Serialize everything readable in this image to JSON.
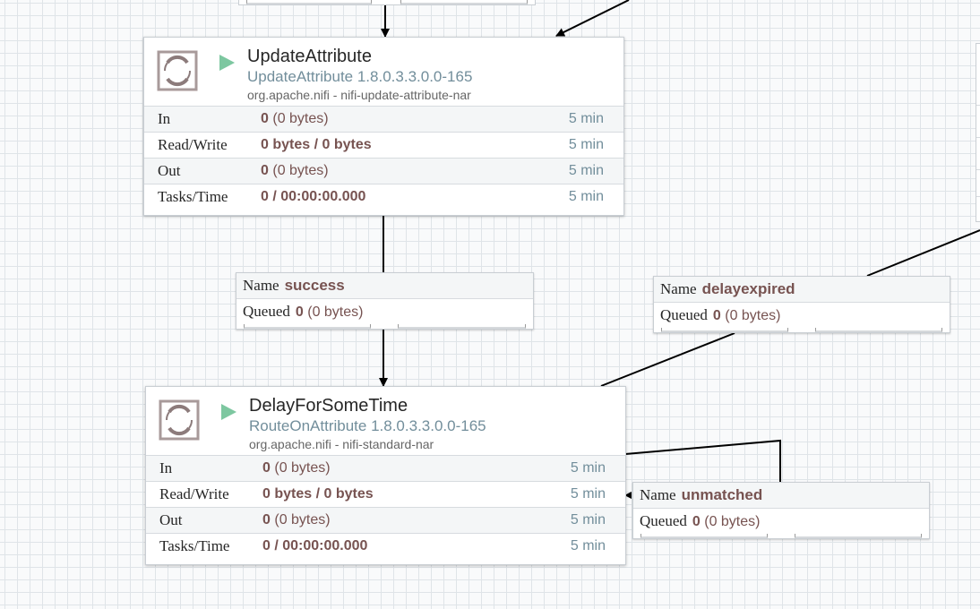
{
  "processors": [
    {
      "name": "UpdateAttribute",
      "type": "UpdateAttribute 1.8.0.3.3.0.0-165",
      "bundle": "org.apache.nifi - nifi-update-attribute-nar",
      "stats": {
        "in": {
          "label": "In",
          "count": "0",
          "size": "(0 bytes)",
          "window": "5 min"
        },
        "read_write": {
          "label": "Read/Write",
          "value": "0 bytes / 0 bytes",
          "window": "5 min"
        },
        "out": {
          "label": "Out",
          "count": "0",
          "size": "(0 bytes)",
          "window": "5 min"
        },
        "tasks_time": {
          "label": "Tasks/Time",
          "value": "0 / 00:00:00.000",
          "window": "5 min"
        }
      }
    },
    {
      "name": "DelayForSomeTime",
      "type": "RouteOnAttribute 1.8.0.3.3.0.0-165",
      "bundle": "org.apache.nifi - nifi-standard-nar",
      "stats": {
        "in": {
          "label": "In",
          "count": "0",
          "size": "(0 bytes)",
          "window": "5 min"
        },
        "read_write": {
          "label": "Read/Write",
          "value": "0 bytes / 0 bytes",
          "window": "5 min"
        },
        "out": {
          "label": "Out",
          "count": "0",
          "size": "(0 bytes)",
          "window": "5 min"
        },
        "tasks_time": {
          "label": "Tasks/Time",
          "value": "0 / 00:00:00.000",
          "window": "5 min"
        }
      }
    }
  ],
  "connections": [
    {
      "name_label": "Name",
      "name": "success",
      "queued_label": "Queued",
      "queued_count": "0",
      "queued_size": "(0 bytes)"
    },
    {
      "name_label": "Name",
      "name": "delayexpired",
      "queued_label": "Queued",
      "queued_count": "0",
      "queued_size": "(0 bytes)"
    },
    {
      "name_label": "Name",
      "name": "unmatched",
      "queued_label": "Queued",
      "queued_count": "0",
      "queued_size": "(0 bytes)"
    }
  ],
  "icons": {
    "processor": "processor-icon",
    "run_status": "play-icon"
  },
  "colors": {
    "running": "#7dc7a0",
    "value_text": "#775351",
    "type_text": "#728e9b"
  }
}
